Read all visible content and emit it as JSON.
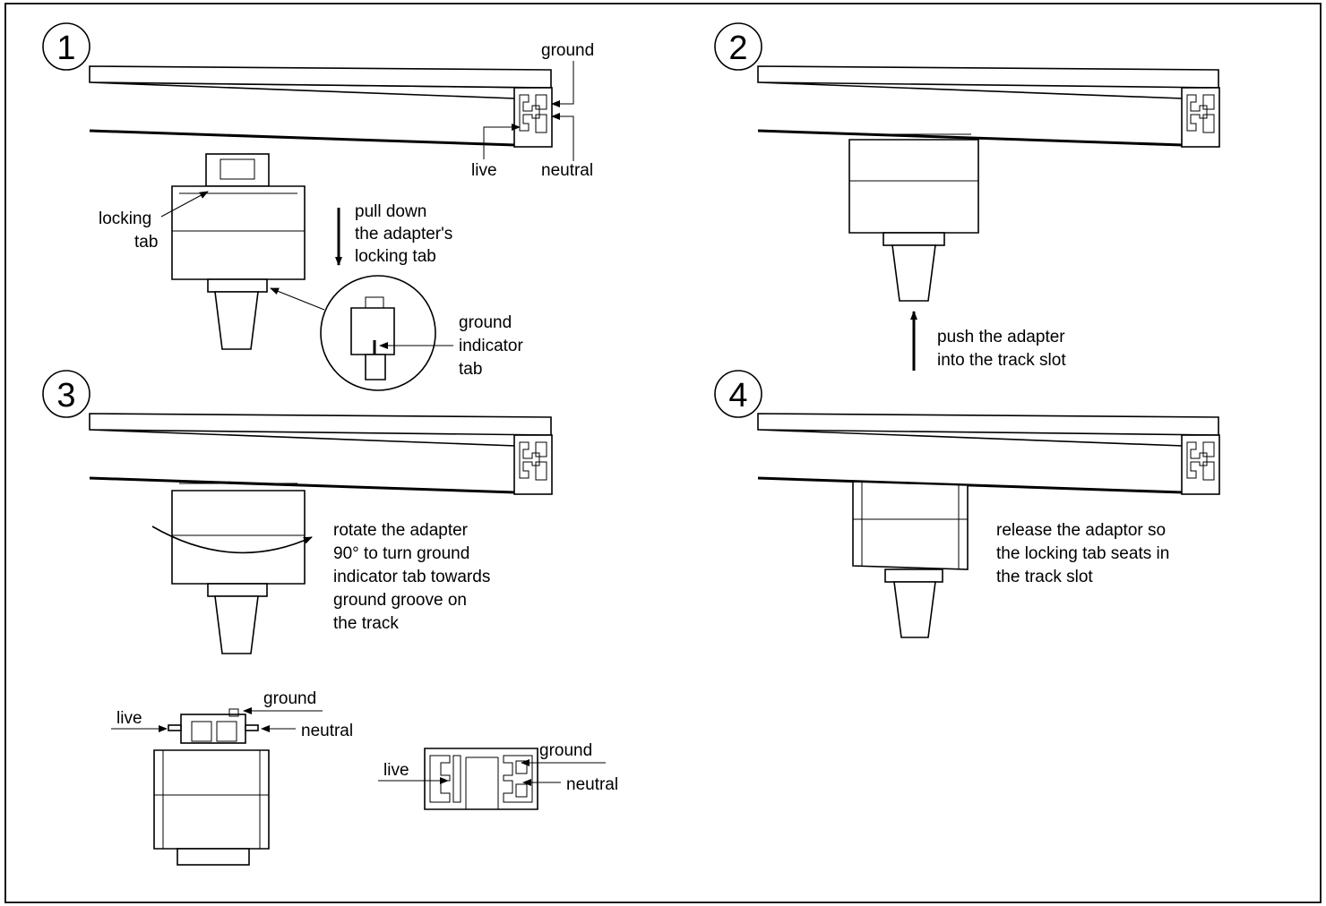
{
  "steps": [
    {
      "number": "1",
      "labels": {
        "ground": "ground",
        "live": "live",
        "neutral": "neutral",
        "locking_tab_1": "locking",
        "locking_tab_2": "tab",
        "instruction_1": "pull down",
        "instruction_2": "the adapter's",
        "instruction_3": "locking tab",
        "ground_indicator_1": "ground",
        "ground_indicator_2": "indicator",
        "ground_indicator_3": "tab"
      }
    },
    {
      "number": "2",
      "instruction_1": "push the adapter",
      "instruction_2": "into the track slot"
    },
    {
      "number": "3",
      "instruction_1": "rotate the adapter",
      "instruction_2": "90° to turn ground",
      "instruction_3": "indicator tab towards",
      "instruction_4": "ground groove on",
      "instruction_5": "the track"
    },
    {
      "number": "4",
      "instruction_1": "release the adaptor so",
      "instruction_2": "the locking tab seats in",
      "instruction_3": "the track slot"
    }
  ],
  "adapter_detail": {
    "ground": "ground",
    "live": "live",
    "neutral": "neutral"
  },
  "track_section": {
    "ground": "ground",
    "live": "live",
    "neutral": "neutral"
  }
}
